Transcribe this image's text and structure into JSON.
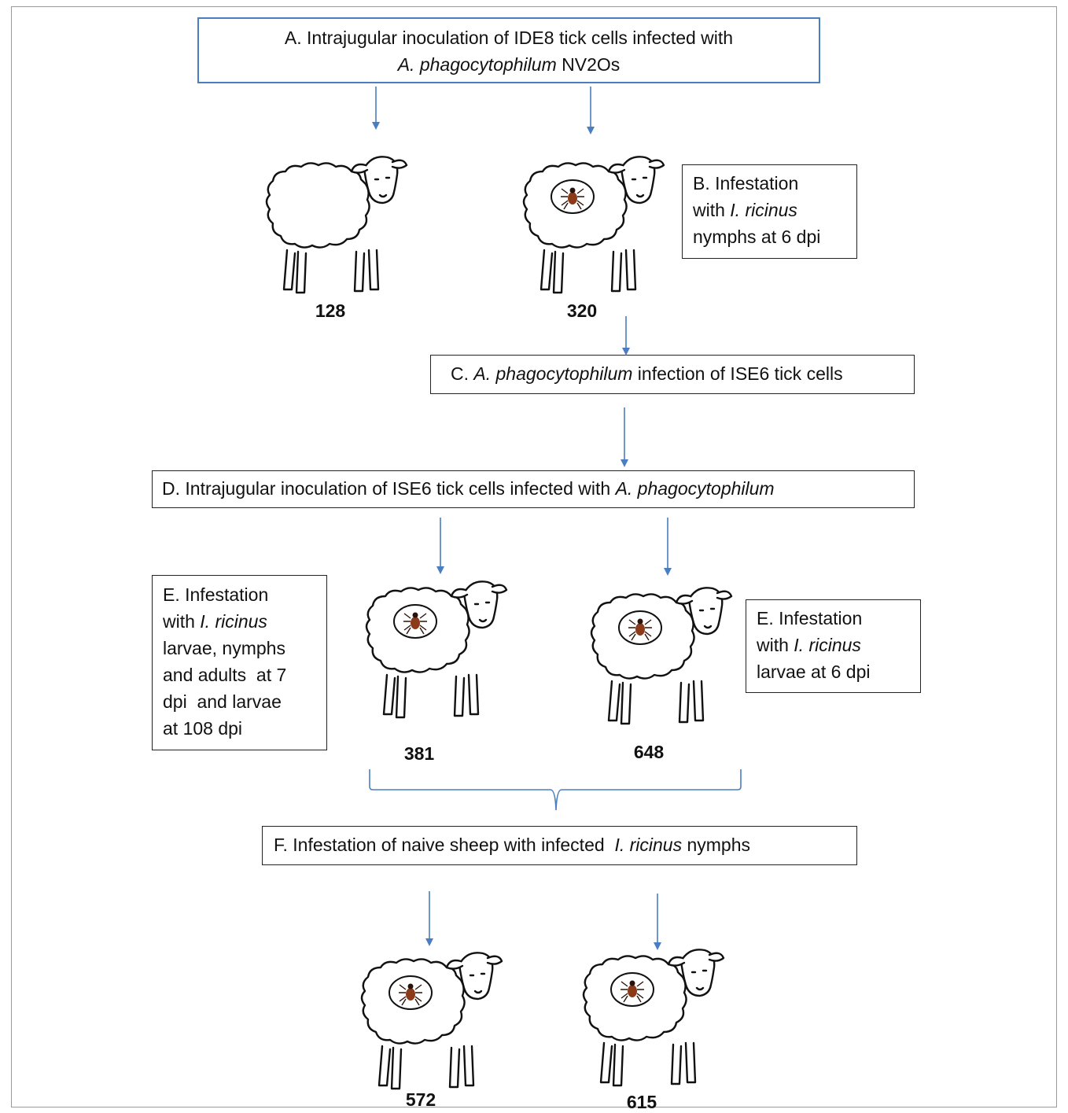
{
  "steps": {
    "a": {
      "line1": "A. Intrajugular inoculation of IDE8 tick cells infected with",
      "line2_italic": "A. phagocytophilum",
      "line2_rest": " NV2Os"
    },
    "b": {
      "line1": "B. Infestation",
      "line2_pre": "with ",
      "line2_italic": "I. ricinus",
      "line3": "nymphs at 6 dpi"
    },
    "c": {
      "pre": "C. ",
      "italic": "A. phagocytophilum",
      "rest": " infection of ISE6 tick cells"
    },
    "d": {
      "pre": "D. Intrajugular inoculation of ISE6 tick cells infected with ",
      "italic": "A. phagocytophilum"
    },
    "e_left": {
      "line1": "E. Infestation",
      "line2_pre": "with ",
      "line2_italic": "I. ricinus",
      "line3": "larvae, nymphs",
      "line4": "and adults  at 7",
      "line5": "dpi  and larvae",
      "line6": "at 108 dpi"
    },
    "e_right": {
      "line1": "E. Infestation",
      "line2_pre": "with ",
      "line2_italic": "I. ricinus",
      "line3": "larvae at 6 dpi"
    },
    "f": {
      "pre": "F. Infestation of naive sheep with infected  ",
      "italic": "I. ricinus",
      "rest": " nymphs"
    }
  },
  "sheep": [
    {
      "id": "128",
      "label": "128",
      "tick": false
    },
    {
      "id": "320",
      "label": "320",
      "tick": true
    },
    {
      "id": "381",
      "label": "381",
      "tick": true
    },
    {
      "id": "648",
      "label": "648",
      "tick": true
    },
    {
      "id": "572",
      "label": "572",
      "tick": true
    },
    {
      "id": "615",
      "label": "615",
      "tick": true
    }
  ],
  "colors": {
    "arrow": "#4a7ec0",
    "blue_border": "#4a7ec0",
    "tick_body": "#8b3a1a"
  }
}
